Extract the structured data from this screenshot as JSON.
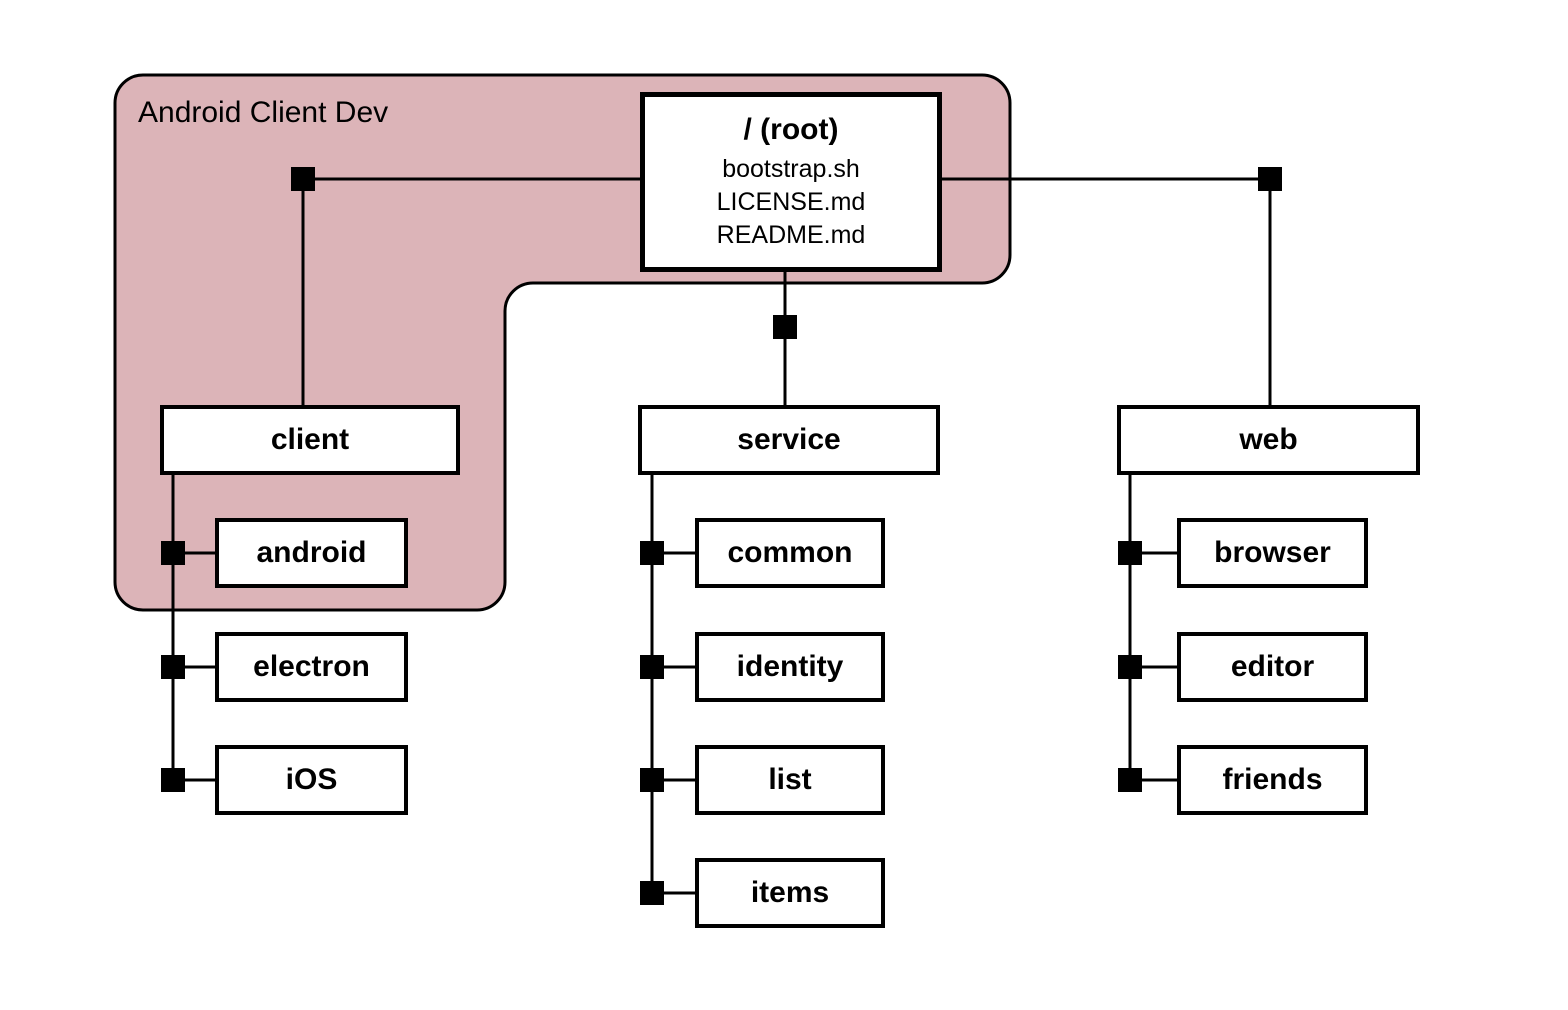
{
  "diagram": {
    "group": {
      "label": "Android Client Dev",
      "fill_color": "#dcb4b8",
      "border_color": "#000000"
    },
    "root": {
      "title": "/ (root)",
      "files": [
        "bootstrap.sh",
        "LICENSE.md",
        "README.md"
      ]
    },
    "branches": [
      {
        "label": "client",
        "children": [
          "android",
          "electron",
          "iOS"
        ]
      },
      {
        "label": "service",
        "children": [
          "common",
          "identity",
          "list",
          "items"
        ]
      },
      {
        "label": "web",
        "children": [
          "browser",
          "editor",
          "friends"
        ]
      }
    ]
  }
}
